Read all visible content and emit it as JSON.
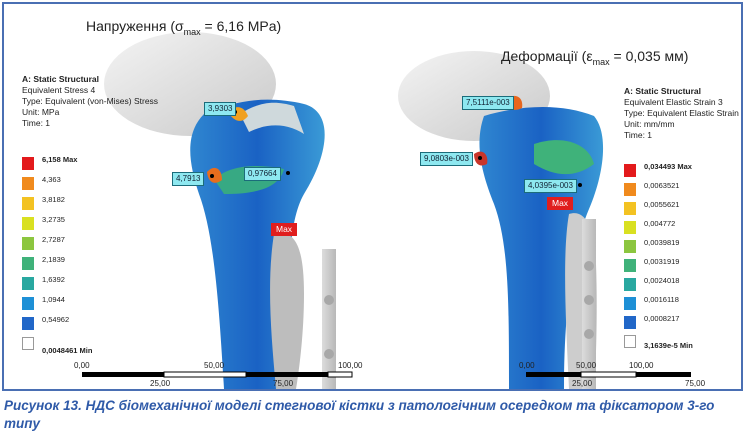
{
  "left_panel": {
    "title": "Напруження (σ",
    "title_sub": "max",
    "title_tail": " = 6,16 MPa)",
    "info": [
      "A: Static Structural",
      "Equivalent Stress 4",
      "Type: Equivalent (von-Mises) Stress",
      "Unit: MPa",
      "Time: 1"
    ],
    "legend": [
      "6,158 Max",
      "4,363",
      "3,8182",
      "3,2735",
      "2,7287",
      "2,1839",
      "1,6392",
      "1,0944",
      "0,54962",
      "0,0048461 Min"
    ],
    "callouts": [
      "3,9303",
      "4,7913",
      "0,97664"
    ],
    "max_tag": "Max",
    "scale_top": [
      "0,00",
      "50,00",
      "100,00"
    ],
    "scale_bottom": [
      "25,00",
      "75,00"
    ]
  },
  "right_panel": {
    "title": "Деформації (ε",
    "title_sub": "max",
    "title_tail": " = 0,035 мм)",
    "info": [
      "A: Static Structural",
      "Equivalent Elastic Strain 3",
      "Type: Equivalent Elastic Strain",
      "Unit: mm/mm",
      "Time: 1"
    ],
    "legend": [
      "0,034493 Max",
      "0,0063521",
      "0,0055621",
      "0,004772",
      "0,0039819",
      "0,0031919",
      "0,0024018",
      "0,0016118",
      "0,0008217",
      "3,1639e-5 Min"
    ],
    "callouts": [
      "7,5111e-003",
      "9,0803e-003",
      "4,0395e-003"
    ],
    "max_tag": "Max",
    "scale_top": [
      "0,00",
      "50,00",
      "100,00"
    ],
    "scale_bottom": [
      "25,00",
      "75,00"
    ]
  },
  "legend_colors": [
    "#e31a1c",
    "#f08a1d",
    "#f3c222",
    "#d9e021",
    "#8cc63f",
    "#3fb27a",
    "#29a8a0",
    "#1e90d6",
    "#2167c8",
    "#ffffff"
  ],
  "caption": "Рисунок 13. НДС біомеханічної моделі стегнової кістки з патологічним осередком та фіксатором 3-го типу"
}
